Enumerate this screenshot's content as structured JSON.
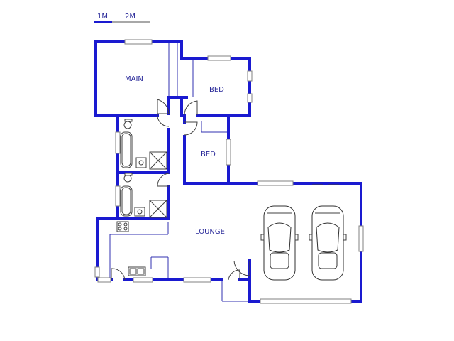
{
  "scale": {
    "label_1": "1M",
    "label_2": "2M"
  },
  "rooms": {
    "main": "MAIN",
    "bed_1": "BED",
    "bed_2": "BED",
    "lounge": "LOUNGE"
  },
  "colors": {
    "wall": "#1a1ad0",
    "label": "#2a2a9a",
    "scale_grey": "#a8a8a8"
  }
}
